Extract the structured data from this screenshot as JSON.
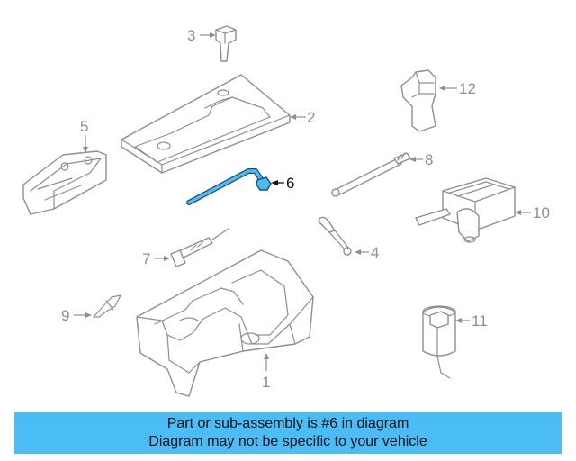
{
  "diagram": {
    "callouts": [
      "1",
      "2",
      "3",
      "4",
      "5",
      "6",
      "7",
      "8",
      "9",
      "10",
      "11",
      "12"
    ],
    "highlighted_part": "6",
    "highlight_color": "#4bbdf6",
    "line_color": "#8a8f96"
  },
  "banner": {
    "line1": "Part or sub-assembly is #6 in diagram",
    "line2": "Diagram may not be specific to your vehicle",
    "background": "#4bbdf6"
  }
}
